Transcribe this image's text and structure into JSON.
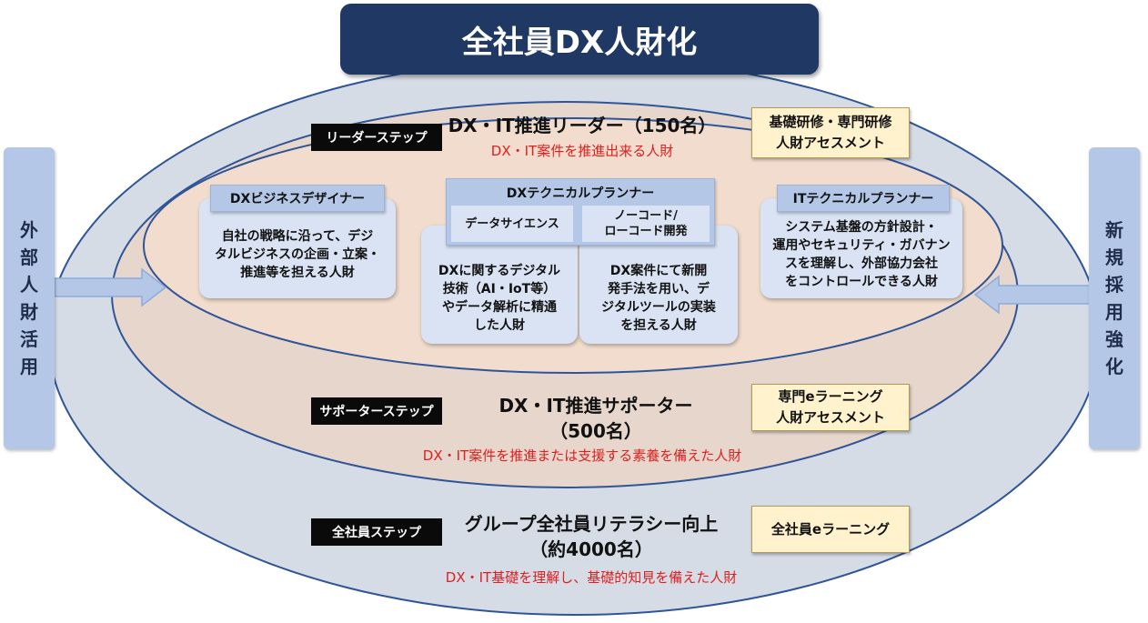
{
  "title": "全社員DX人財化",
  "left_bar": [
    "外",
    "部",
    "人",
    "財",
    "活",
    "用"
  ],
  "right_bar": [
    "新",
    "規",
    "採",
    "用",
    "強",
    "化"
  ],
  "leader": {
    "step": "リーダーステップ",
    "heading": "DX・IT推進リーダー（150名）",
    "desc": "DX・IT案件を推進出来る人財",
    "training": [
      "基礎研修・専門研修",
      "人財アセスメント"
    ]
  },
  "supporter": {
    "step": "サポーターステップ",
    "heading": [
      "DX・IT推進サポーター",
      "（500名）"
    ],
    "desc": "DX・IT案件を推進または支援する素養を備えた人財",
    "training": [
      "専門eラーニング",
      "人財アセスメント"
    ]
  },
  "all": {
    "step": "全社員ステップ",
    "heading": [
      "グループ全社員リテラシー向上",
      "（約4000名）"
    ],
    "desc": "DX・IT基礎を理解し、基礎的知見を備えた人財",
    "training": "全社員eラーニング"
  },
  "biz_designer": {
    "label": "DXビジネスデザイナー",
    "desc": [
      "自社の戦略に沿って、デジ",
      "タルビジネスの企画・立案・",
      "推進等を担える人財"
    ]
  },
  "tech_planner": {
    "label": "DXテクニカルプランナー",
    "data_science": {
      "label": "データサイエンス",
      "desc": [
        "DXに関するデジタル",
        "技術（AI・IoT等）",
        "やデータ解析に精通",
        "した人財"
      ]
    },
    "low_code": {
      "label": [
        "ノーコード/",
        "ローコード開発"
      ],
      "desc": [
        "DX案件にて新開",
        "発手法を用い、デ",
        "ジタルツールの実装",
        "を担える人財"
      ]
    }
  },
  "it_planner": {
    "label": "ITテクニカルプランナー",
    "desc": [
      "システム基盤の方針設計・",
      "運用やセキュリティ・ガバナン",
      "スを理解し、外部協力会社",
      "をコントロールできる人財"
    ]
  },
  "colors": {
    "navy": "#1f3864",
    "outer_ellipse": "#d6dce5",
    "inner_ellipse": "#f0ddd0",
    "accent_red": "#e02020",
    "training_yellow": "#fff2cc",
    "role_blue": "#dae3f3"
  }
}
